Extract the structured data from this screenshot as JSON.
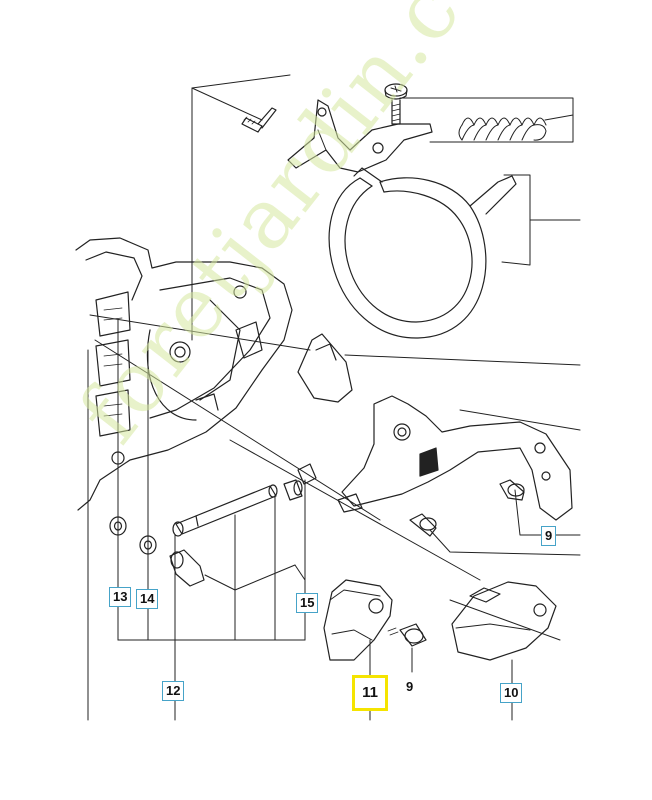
{
  "callouts": {
    "c9_right": "9",
    "c13": "13",
    "c14": "14",
    "c15": "15",
    "c11": "11",
    "c9_bottom": "9",
    "c10": "10",
    "c12": "12"
  },
  "watermark": {
    "text": "foretjardin.com"
  },
  "colors": {
    "line": "#222222",
    "callout_border": "#46a3c8",
    "highlight": "#f5e400",
    "watermark": "#d6e8a0"
  }
}
